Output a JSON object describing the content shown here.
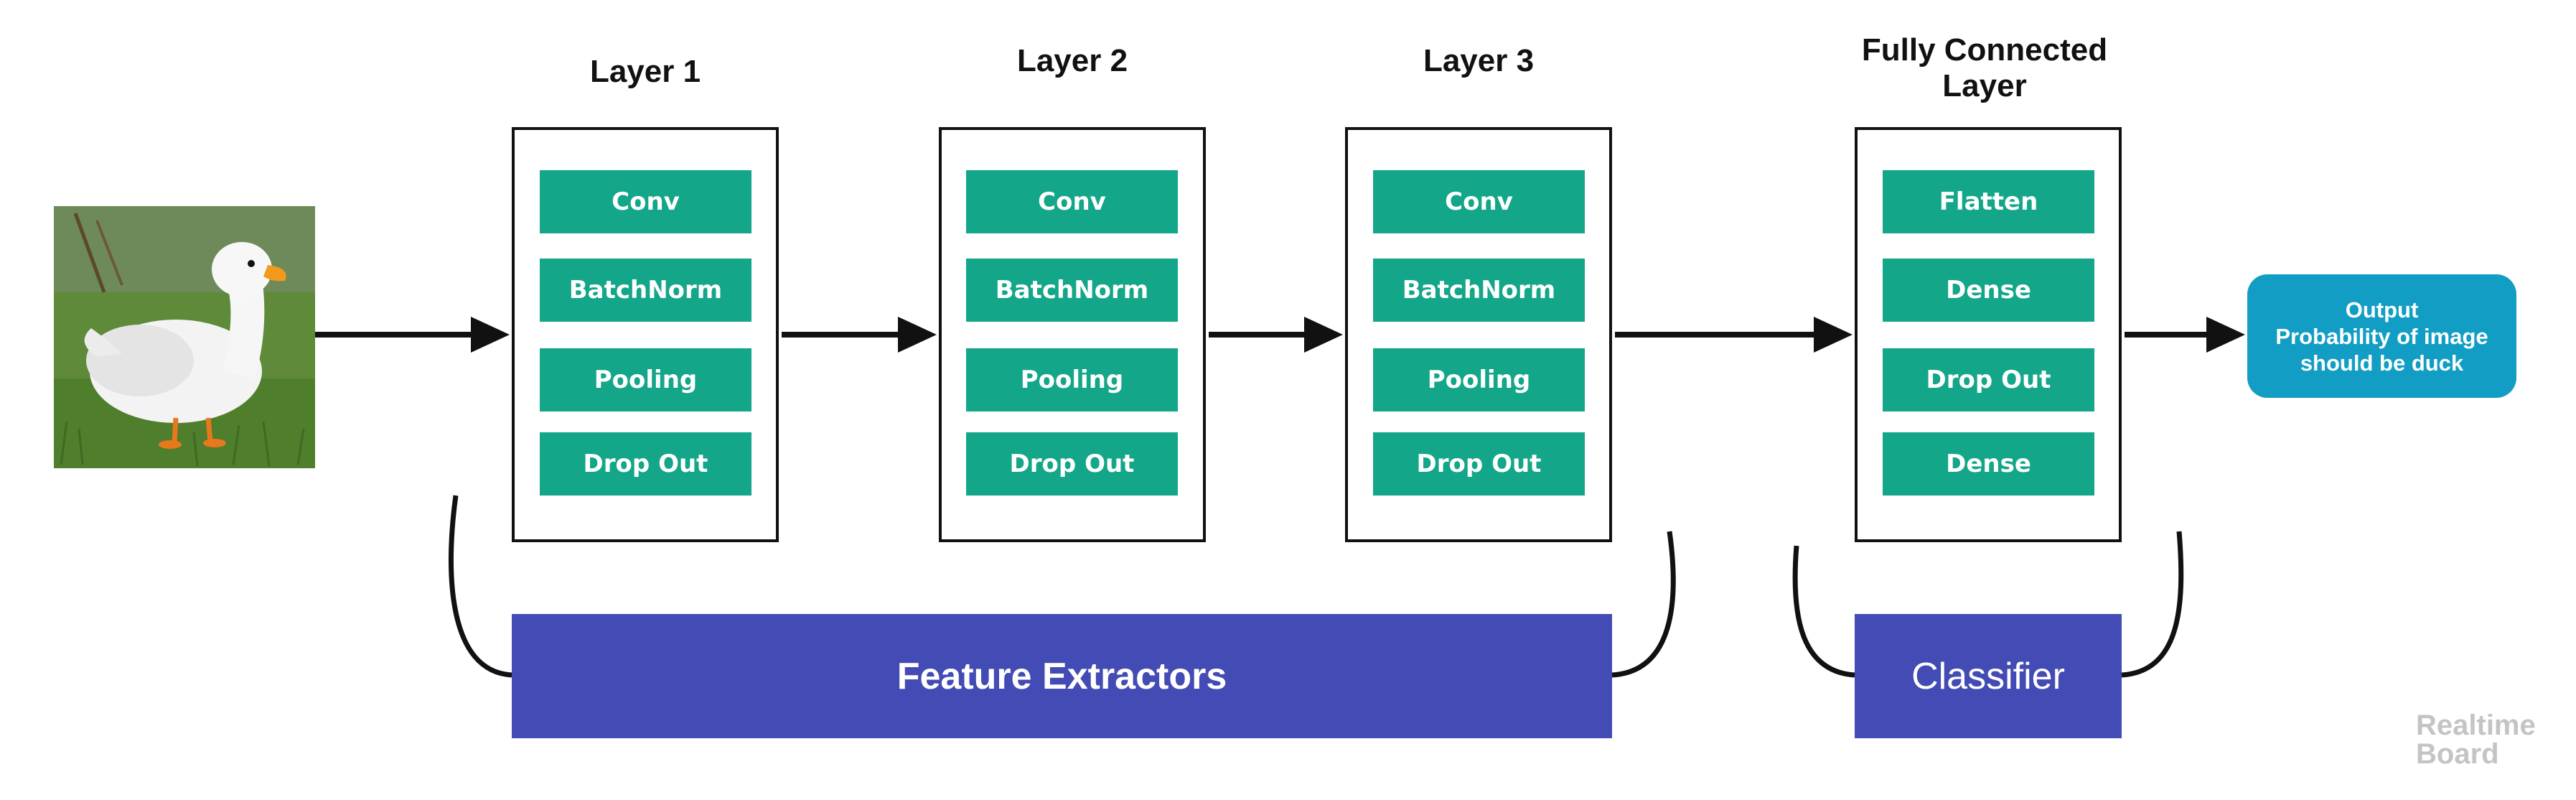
{
  "layers": [
    {
      "title": "Layer 1",
      "ops": [
        "Conv",
        "BatchNorm",
        "Pooling",
        "Drop Out"
      ]
    },
    {
      "title": "Layer 2",
      "ops": [
        "Conv",
        "BatchNorm",
        "Pooling",
        "Drop Out"
      ]
    },
    {
      "title": "Layer 3",
      "ops": [
        "Conv",
        "BatchNorm",
        "Pooling",
        "Drop Out"
      ]
    },
    {
      "title_line1": "Fully Connected",
      "title_line2": "Layer",
      "ops": [
        "Flatten",
        "Dense",
        "Drop Out",
        "Dense"
      ]
    }
  ],
  "output": {
    "line1": "Output",
    "line2": "Probability of image",
    "line3": "should be duck"
  },
  "groups": {
    "feature_extractors": "Feature Extractors",
    "classifier": "Classifier"
  },
  "watermark": {
    "line1": "Realtime",
    "line2": "Board"
  },
  "colors": {
    "op_fill": "#13a689",
    "group_fill": "#434bb4",
    "output_fill": "#129ec4",
    "stroke": "#111111"
  }
}
